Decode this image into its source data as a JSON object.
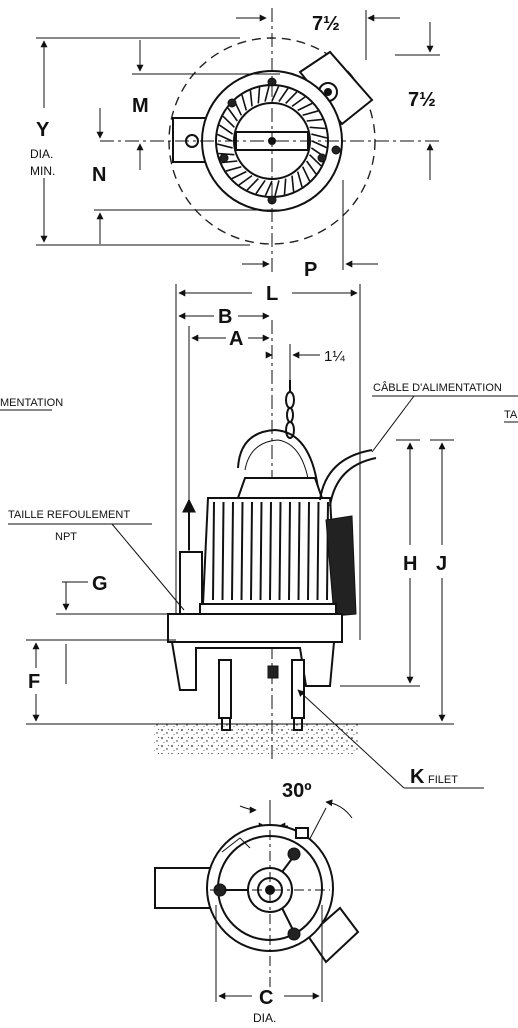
{
  "top_view": {
    "dim_width": "7½",
    "dim_height": "7½",
    "label_y": "Y",
    "label_dia": "DIA.",
    "label_min": "MIN.",
    "label_m": "M",
    "label_n": "N",
    "label_p": "P"
  },
  "side_view": {
    "label_l": "L",
    "label_b": "B",
    "label_a": "A",
    "dim_offset": "1¼",
    "power_cable": "CÂBLE D'ALIMENTATION",
    "power_cable_left_fragment": "MENTATION",
    "right_fragment": "TA",
    "discharge_size": "TAILLE REFOULEMENT",
    "discharge_npt": "NPT",
    "label_g": "G",
    "label_h": "H",
    "label_j": "J",
    "label_f": "F",
    "label_k": "K",
    "k_thread": "FILET"
  },
  "bottom_view": {
    "angle": "30º",
    "label_c": "C",
    "label_dia": "DIA."
  }
}
